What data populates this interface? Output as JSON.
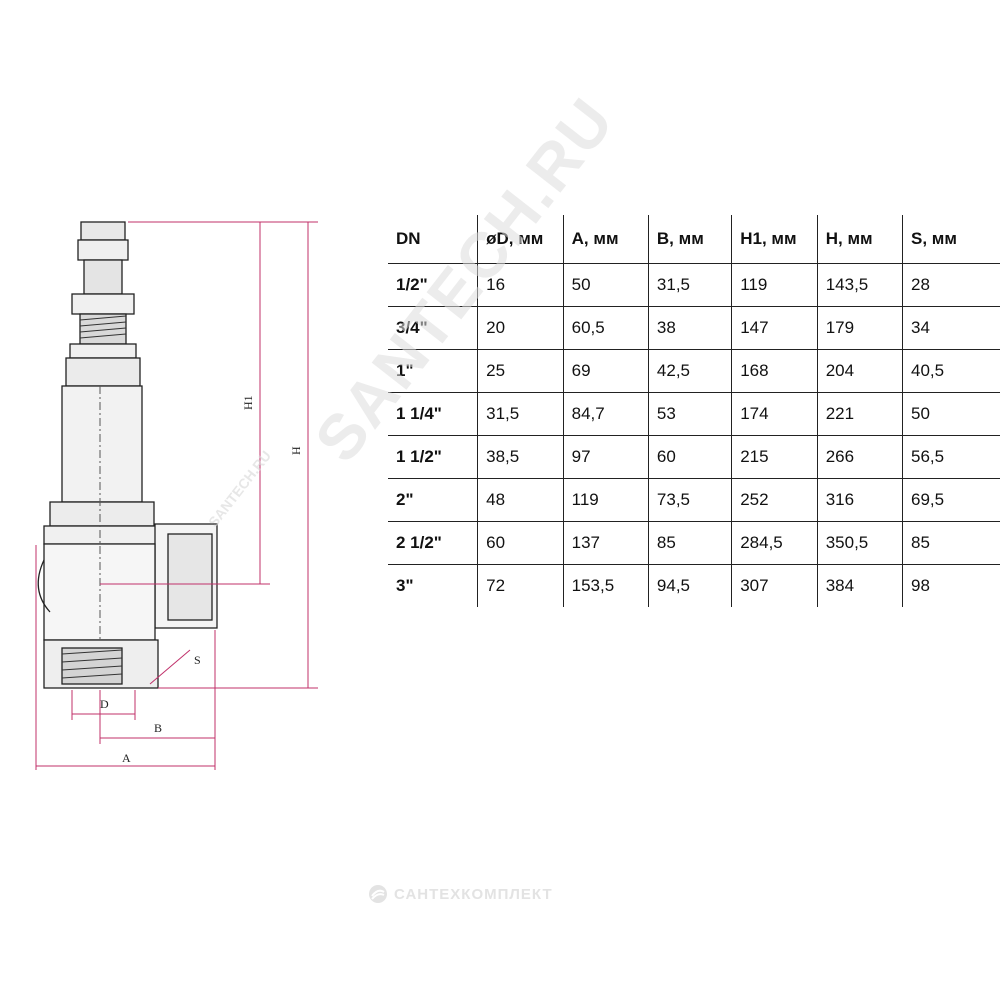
{
  "drawing": {
    "dimension_labels": {
      "h1": "H1",
      "h": "H",
      "d": "D",
      "b": "B",
      "a": "A",
      "s": "S"
    }
  },
  "table": {
    "headers": [
      "DN",
      "øD, мм",
      "A, мм",
      "B, мм",
      "H1, мм",
      "H, мм",
      "S, мм"
    ],
    "rows": [
      [
        "1/2\"",
        "16",
        "50",
        "31,5",
        "119",
        "143,5",
        "28"
      ],
      [
        "3/4\"",
        "20",
        "60,5",
        "38",
        "147",
        "179",
        "34"
      ],
      [
        "1\"",
        "25",
        "69",
        "42,5",
        "168",
        "204",
        "40,5"
      ],
      [
        "1 1/4\"",
        "31,5",
        "84,7",
        "53",
        "174",
        "221",
        "50"
      ],
      [
        "1 1/2\"",
        "38,5",
        "97",
        "60",
        "215",
        "266",
        "56,5"
      ],
      [
        "2\"",
        "48",
        "119",
        "73,5",
        "252",
        "316",
        "69,5"
      ],
      [
        "2 1/2\"",
        "60",
        "137",
        "85",
        "284,5",
        "350,5",
        "85"
      ],
      [
        "3\"",
        "72",
        "153,5",
        "94,5",
        "307",
        "384",
        "98"
      ]
    ]
  },
  "watermark": {
    "main": "SANTECH.RU",
    "small": "SANTECH.RU"
  },
  "footer": {
    "logo_text": "САНТЕХКОМПЛЕКТ",
    "logo_icon": "santechkomplekt-logo-icon"
  },
  "colors": {
    "dimension_line": "#c0306a",
    "drawing_line": "#222222"
  }
}
